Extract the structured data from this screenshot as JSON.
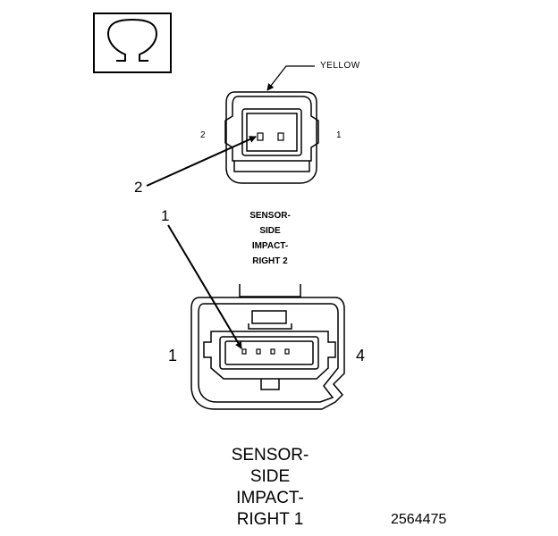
{
  "symbol": {
    "icon": "omega-ohm-icon"
  },
  "connector_top": {
    "color_label": "YELLOW",
    "pin_left": "2",
    "pin_right": "1",
    "caption_lines": [
      "SENSOR-",
      "SIDE",
      "IMPACT-",
      "RIGHT 2"
    ]
  },
  "connector_bottom": {
    "pin_left": "1",
    "pin_right": "4",
    "caption_lines": [
      "SENSOR-",
      "SIDE",
      "IMPACT-",
      "RIGHT 1"
    ]
  },
  "callouts": {
    "one": "1",
    "two": "2"
  },
  "figure_number": "2564475"
}
